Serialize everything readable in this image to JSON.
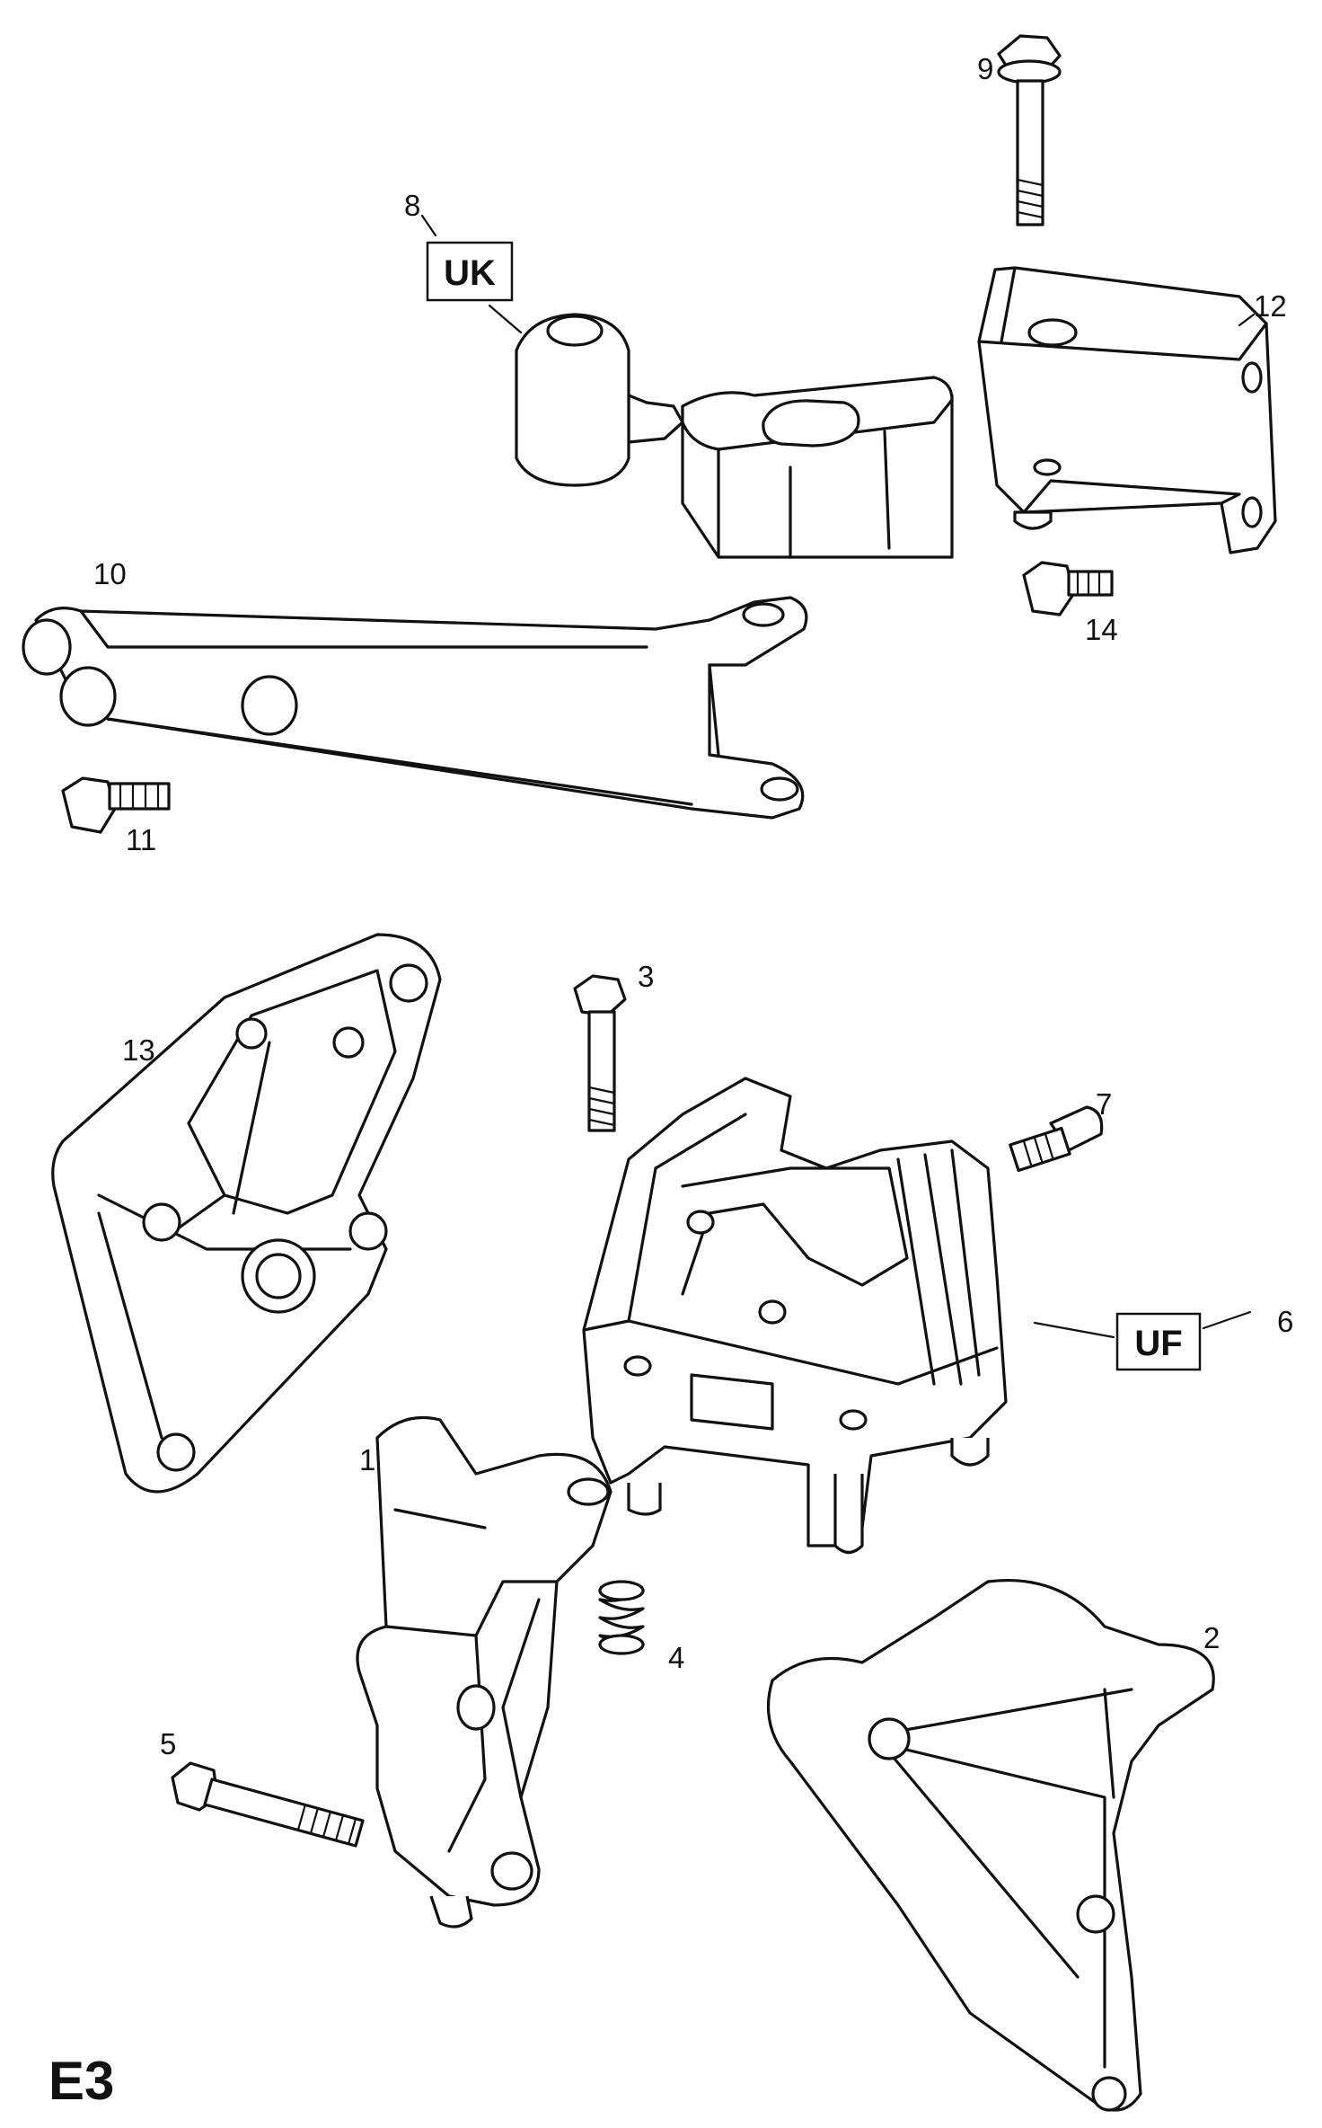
{
  "diagram_code": "E3",
  "callouts": {
    "p1": "1",
    "p2": "2",
    "p3": "3",
    "p4": "4",
    "p5": "5",
    "p6": "6",
    "p7": "7",
    "p8": "8",
    "p9": "9",
    "p10": "10",
    "p11": "11",
    "p12": "12",
    "p13": "13",
    "p14": "14"
  },
  "boxed_labels": {
    "uk": "UK",
    "uf": "UF"
  }
}
